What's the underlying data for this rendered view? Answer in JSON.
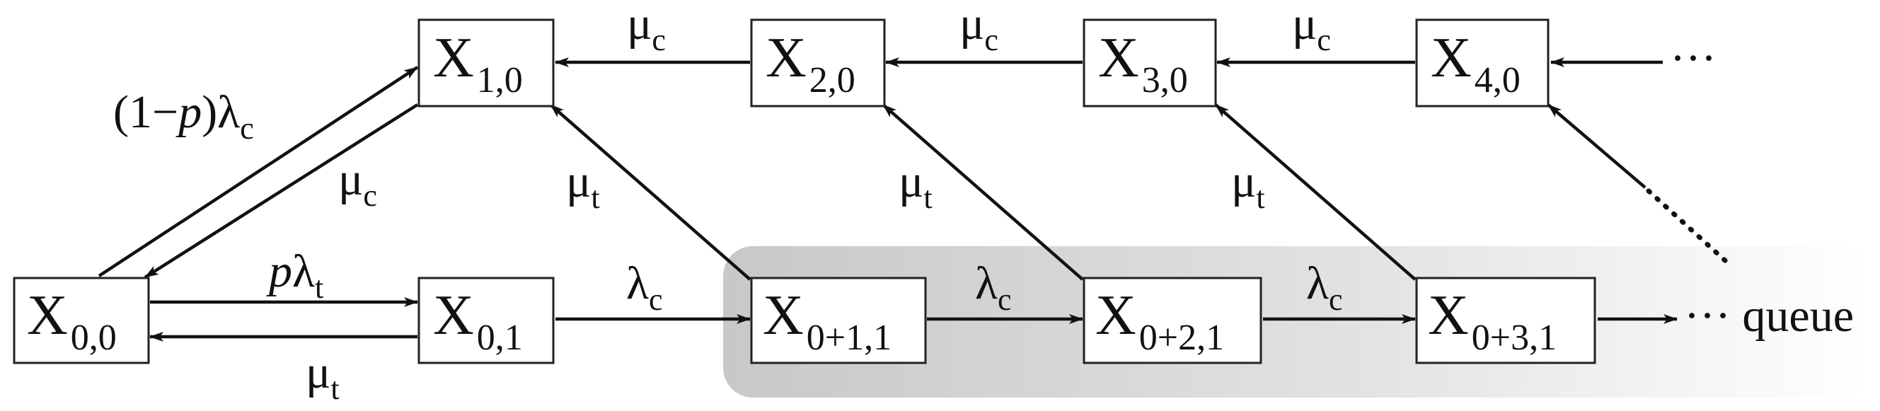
{
  "states": {
    "x00": {
      "main": "X",
      "sub": "0,0"
    },
    "x10": {
      "main": "X",
      "sub": "1,0"
    },
    "x20": {
      "main": "X",
      "sub": "2,0"
    },
    "x30": {
      "main": "X",
      "sub": "3,0"
    },
    "x40": {
      "main": "X",
      "sub": "4,0"
    },
    "x01": {
      "main": "X",
      "sub": "0,1"
    },
    "x011": {
      "main": "X",
      "sub": "0+1,1"
    },
    "x021": {
      "main": "X",
      "sub": "0+2,1"
    },
    "x031": {
      "main": "X",
      "sub": "0+3,1"
    }
  },
  "rates": {
    "one_minus_p_lambda_c": {
      "pre": "(1−",
      "p": "p",
      "post": ")λ",
      "sub": "c"
    },
    "mu_c_back": {
      "main": "μ",
      "sub": "c"
    },
    "p_lambda_t": {
      "p": "p",
      "main": "λ",
      "sub": "t"
    },
    "mu_t_back": {
      "main": "μ",
      "sub": "t"
    },
    "lambda_c_1": {
      "main": "λ",
      "sub": "c"
    },
    "lambda_c_2": {
      "main": "λ",
      "sub": "c"
    },
    "lambda_c_3": {
      "main": "λ",
      "sub": "c"
    },
    "mu_c_21": {
      "main": "μ",
      "sub": "c"
    },
    "mu_c_32": {
      "main": "μ",
      "sub": "c"
    },
    "mu_c_43": {
      "main": "μ",
      "sub": "c"
    },
    "mu_t_1": {
      "main": "μ",
      "sub": "t"
    },
    "mu_t_2": {
      "main": "μ",
      "sub": "t"
    },
    "mu_t_3": {
      "main": "μ",
      "sub": "t"
    }
  },
  "continuation": {
    "top_dots": "···",
    "queue_label": "··· queue"
  },
  "colors": {
    "queue_shade_dark": "#c8c8c8",
    "queue_shade_light": "#ffffff",
    "stroke": "#111111"
  }
}
